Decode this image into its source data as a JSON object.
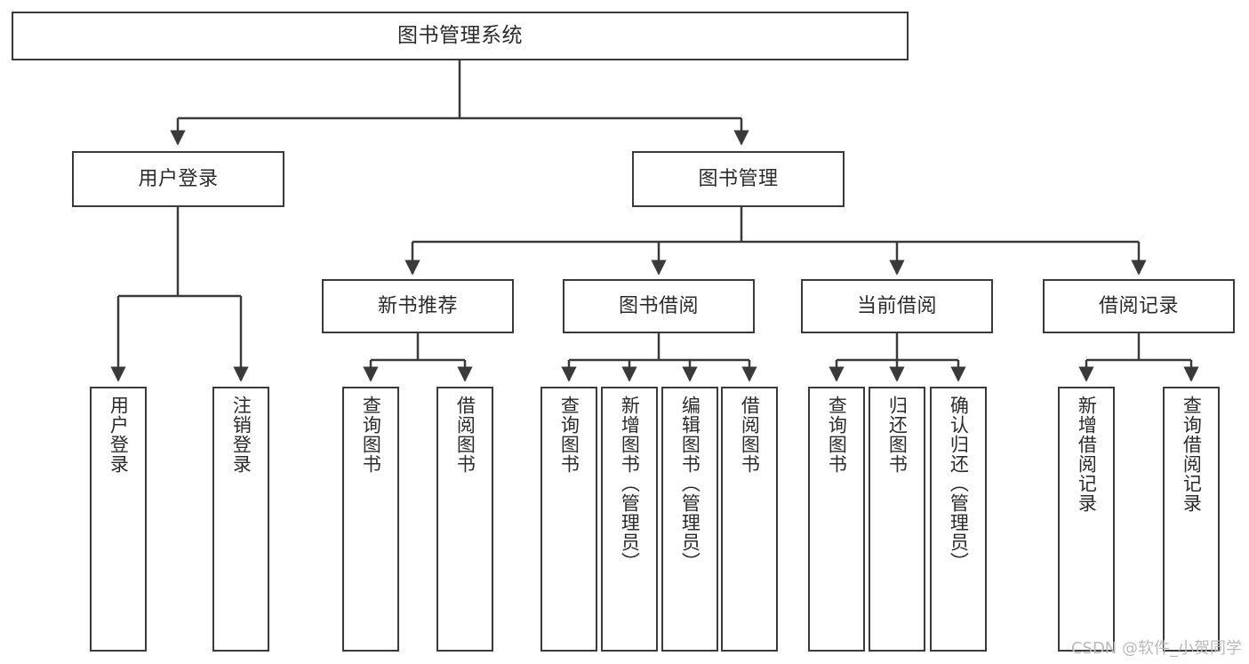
{
  "diagram": {
    "type": "tree",
    "title": "图书管理系统",
    "root": {
      "id": "root",
      "label": "图书管理系统"
    },
    "level2": [
      {
        "id": "user-login",
        "label": "用户登录"
      },
      {
        "id": "book-manage",
        "label": "图书管理"
      }
    ],
    "level3": [
      {
        "id": "new-book-rec",
        "label": "新书推荐",
        "parent": "book-manage"
      },
      {
        "id": "book-borrow",
        "label": "图书借阅",
        "parent": "book-manage"
      },
      {
        "id": "current-borrow",
        "label": "当前借阅",
        "parent": "book-manage"
      },
      {
        "id": "borrow-record",
        "label": "借阅记录",
        "parent": "book-manage"
      }
    ],
    "leaves": {
      "user_login": [
        {
          "id": "leaf-user-login",
          "label": "用户登录"
        },
        {
          "id": "leaf-user-logout",
          "label": "注销登录"
        }
      ],
      "new_book_rec": [
        {
          "id": "leaf-query-book-1",
          "label": "查询图书"
        },
        {
          "id": "leaf-borrow-book-1",
          "label": "借阅图书"
        }
      ],
      "book_borrow": [
        {
          "id": "leaf-query-book-2",
          "label": "查询图书"
        },
        {
          "id": "leaf-add-book",
          "label": "新增图书（管理员）"
        },
        {
          "id": "leaf-edit-book",
          "label": "编辑图书（管理员）"
        },
        {
          "id": "leaf-borrow-book-2",
          "label": "借阅图书"
        }
      ],
      "current_borrow": [
        {
          "id": "leaf-query-book-3",
          "label": "查询图书"
        },
        {
          "id": "leaf-return-book",
          "label": "归还图书"
        },
        {
          "id": "leaf-confirm-return",
          "label": "确认归还（管理员）"
        }
      ],
      "borrow_record": [
        {
          "id": "leaf-add-record",
          "label": "新增借阅记录"
        },
        {
          "id": "leaf-query-record",
          "label": "查询借阅记录"
        }
      ]
    },
    "colors": {
      "stroke": "#3a3a3a",
      "fill": "#ffffff",
      "text": "#2b2b2b",
      "watermark": "#b9b9b9"
    }
  },
  "watermark": {
    "text": "CSDN @软件_小贺同学"
  }
}
